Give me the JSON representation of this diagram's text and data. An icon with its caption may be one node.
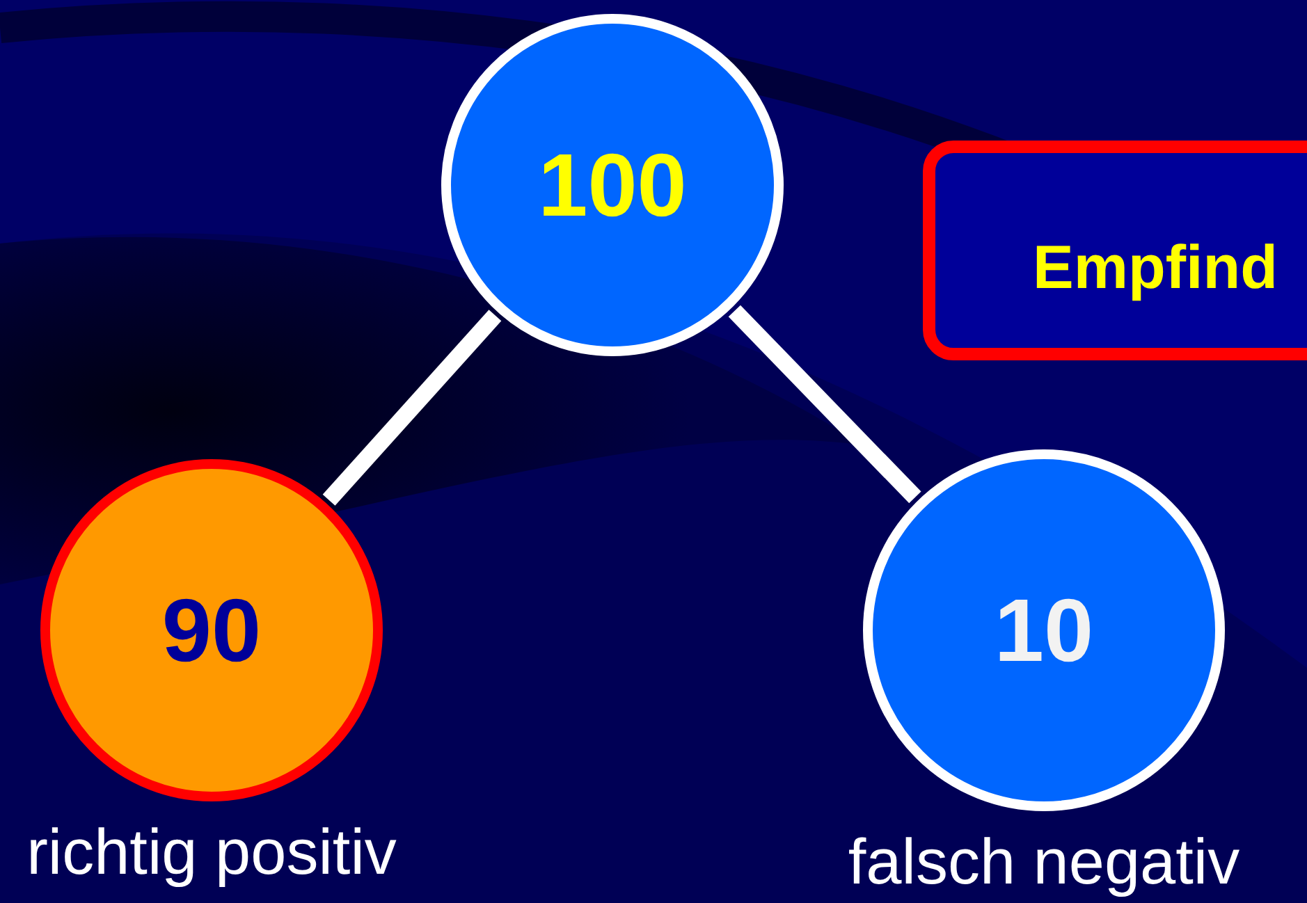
{
  "diagram": {
    "nodes": [
      {
        "text": [
          "100"
        ]
      },
      {
        "text": [
          "90"
        ],
        "beside": [
          "richtig positiv"
        ]
      },
      {
        "text": [
          "10"
        ],
        "beside": [
          "falsch negativ"
        ]
      },
      {
        "text": [
          "Empfind"
        ]
      }
    ],
    "edges": [
      {
        "from": 0,
        "to": 1,
        "arrow": "none"
      },
      {
        "from": 0,
        "to": 2,
        "arrow": "none"
      }
    ]
  }
}
